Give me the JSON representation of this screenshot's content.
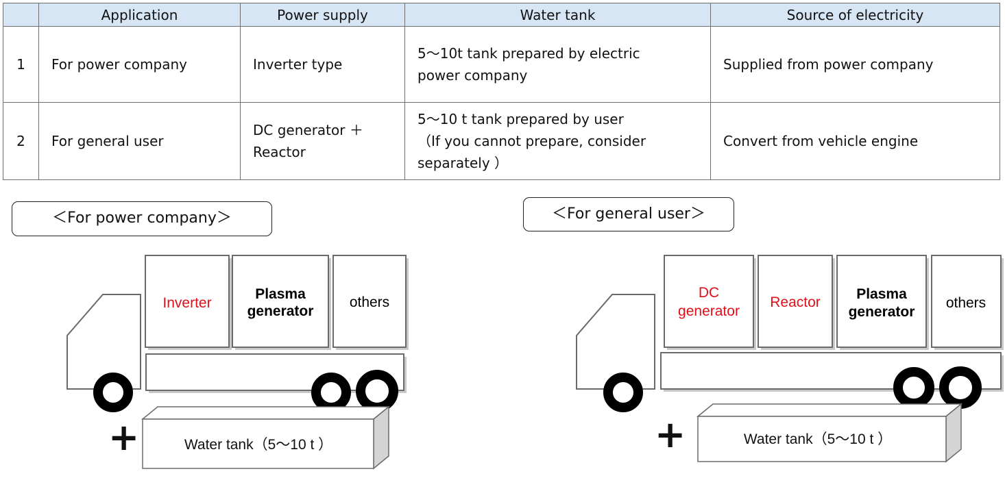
{
  "table": {
    "headers": [
      "",
      "Application",
      "Power supply",
      "Water tank",
      "Source of electricity"
    ],
    "rows": [
      {
        "num": "1",
        "application": "For power company",
        "power_supply": [
          "Inverter type"
        ],
        "water_tank": [
          "5～10t tank prepared by electric",
          "power company"
        ],
        "source": "Supplied from power company"
      },
      {
        "num": "2",
        "application": "For general user",
        "power_supply": [
          "DC generator ＋",
          "Reactor"
        ],
        "water_tank": [
          "5～10 t tank prepared by user",
          "（If you cannot prepare, consider",
          "separately ）"
        ],
        "source": "Convert from vehicle engine"
      }
    ]
  },
  "diagrams": {
    "power_company": {
      "label": "＜For power company＞",
      "box_inverter": "Inverter",
      "box_plasma": [
        "Plasma",
        "generator"
      ],
      "box_others": "others",
      "plus": "+",
      "tank": "Water tank（5～10 t ）"
    },
    "general_user": {
      "label": "＜For general user＞",
      "box_dc": [
        "DC",
        "generator"
      ],
      "box_reactor": "Reactor",
      "box_plasma": [
        "Plasma",
        "generator"
      ],
      "box_others": "others",
      "plus": "+",
      "tank": "Water tank（5～10 t ）"
    }
  },
  "colors": {
    "header_bg": "#d7e6f4",
    "red_text": "#e0101a",
    "box_shadow_fill": "#d4d4d4"
  }
}
